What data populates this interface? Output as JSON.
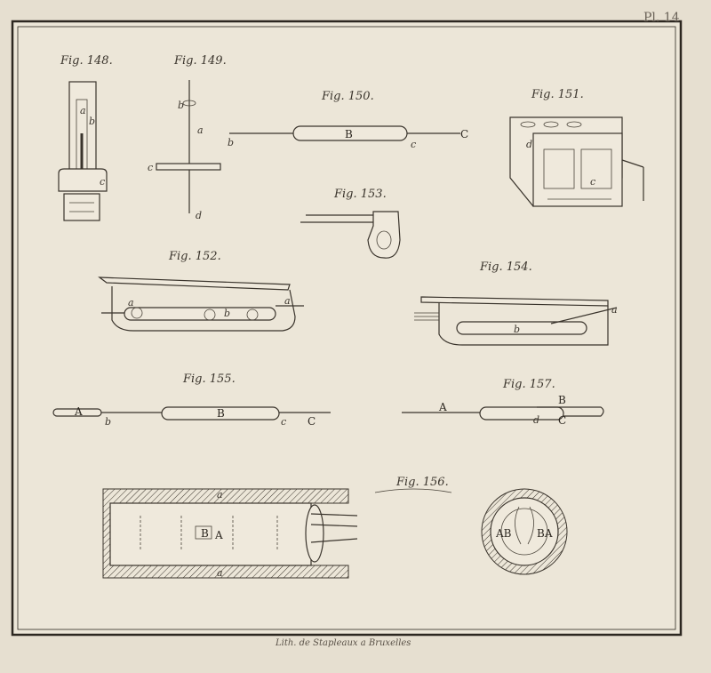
{
  "plate_number": "Pl. 14",
  "footer_caption": "Lith. de Stapleaux a Bruxelles",
  "figures": [
    {
      "id": "148",
      "label": "Fig. 148.",
      "letters": [
        "a",
        "b",
        "c"
      ]
    },
    {
      "id": "149",
      "label": "Fig. 149.",
      "letters": [
        "b",
        "a",
        "c",
        "d"
      ]
    },
    {
      "id": "150",
      "label": "Fig. 150.",
      "letters": [
        "b",
        "B",
        "c",
        "C"
      ]
    },
    {
      "id": "151",
      "label": "Fig. 151.",
      "letters": [
        "d",
        "c"
      ]
    },
    {
      "id": "152",
      "label": "Fig. 152.",
      "letters": [
        "a",
        "b",
        "a"
      ]
    },
    {
      "id": "153",
      "label": "Fig. 153.",
      "letters": []
    },
    {
      "id": "154",
      "label": "Fig. 154.",
      "letters": [
        "b",
        "a"
      ]
    },
    {
      "id": "155",
      "label": "Fig. 155.",
      "letters": [
        "A",
        "b",
        "B",
        "c",
        "C"
      ]
    },
    {
      "id": "156",
      "label": "Fig. 156.",
      "letters": [
        "a",
        "B",
        "A",
        "a",
        "AB",
        "BA"
      ]
    },
    {
      "id": "157",
      "label": "Fig. 157.",
      "letters": [
        "A",
        "B",
        "d",
        "C"
      ]
    }
  ]
}
